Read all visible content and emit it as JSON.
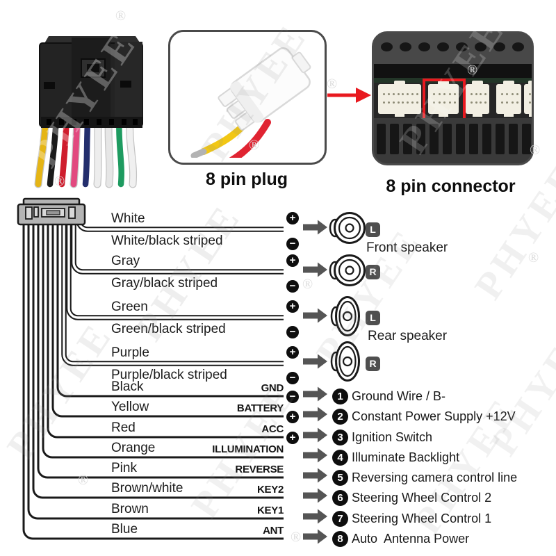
{
  "watermark": {
    "text": "PHYEE",
    "registered": "®"
  },
  "captions": {
    "plug": "8 pin plug",
    "connector": "8 pin connector"
  },
  "colors": {
    "accent_red": "#e8191f",
    "arrow_gray": "#555555",
    "wire_black": "#1a1a1a",
    "harness_photo_wires": [
      "#e5b515",
      "#1a1a1a",
      "#cf1d2d",
      "#e2497f",
      "#232e6d",
      "#ededed",
      "#e6e6e6",
      "#1e9b60",
      "#f0f0f0"
    ],
    "plug_photo_wires": {
      "yellow": "#f2c714",
      "red": "#e02432"
    }
  },
  "speakers": {
    "front_label": "Front speaker",
    "rear_label": "Rear speaker",
    "pairs": [
      {
        "positive": "White",
        "negative": "White/black striped",
        "channel": "L",
        "group": "front"
      },
      {
        "positive": "Gray",
        "negative": "Gray/black striped",
        "channel": "R",
        "group": "front"
      },
      {
        "positive": "Green",
        "negative": "Green/black striped",
        "channel": "L",
        "group": "rear"
      },
      {
        "positive": "Purple",
        "negative": "Purple/black striped",
        "channel": "R",
        "group": "rear"
      }
    ]
  },
  "power_rows": [
    {
      "wire": "Black",
      "tag": "GND",
      "polarity": "minus",
      "num": "1",
      "desc": "Ground Wire / B-"
    },
    {
      "wire": "Yellow",
      "tag": "BATTERY",
      "polarity": "plus",
      "num": "2",
      "desc": "Constant Power Supply +12V"
    },
    {
      "wire": "Red",
      "tag": "ACC",
      "polarity": "plus",
      "num": "3",
      "desc": "Ignition Switch"
    },
    {
      "wire": "Orange",
      "tag": "ILLUMINATION",
      "polarity": "",
      "num": "4",
      "desc": "Illuminate Backlight"
    },
    {
      "wire": "Pink",
      "tag": "REVERSE",
      "polarity": "",
      "num": "5",
      "desc": "Reversing camera control line"
    },
    {
      "wire": "Brown/white",
      "tag": "KEY2",
      "polarity": "",
      "num": "6",
      "desc": "Steering Wheel Control 2"
    },
    {
      "wire": "Brown",
      "tag": "KEY1",
      "polarity": "",
      "num": "7",
      "desc": "Steering Wheel Control 1"
    },
    {
      "wire": "Blue",
      "tag": "ANT",
      "polarity": "",
      "num": "8",
      "desc": "Auto  Antenna Power"
    }
  ]
}
